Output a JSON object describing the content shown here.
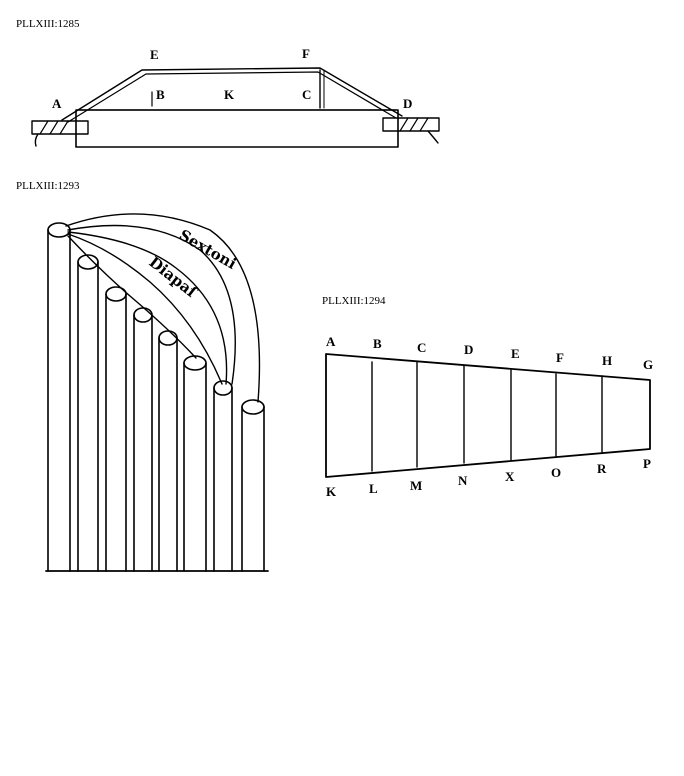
{
  "figures": [
    {
      "caption": "PLLXIII:1285",
      "labels": {
        "A": "A",
        "E": "E",
        "F": "F",
        "D_right": "D",
        "B_inner": "B",
        "K": "K",
        "C": "C"
      }
    },
    {
      "caption": "PLLXIII:1293",
      "arc_labels": {
        "sextoni": "Sextoni",
        "diapas": "Diapaſ"
      }
    },
    {
      "caption": "PLLXIII:1294",
      "top_labels": [
        "A",
        "B",
        "C",
        "D",
        "E",
        "F",
        "H",
        "G"
      ],
      "bottom_labels": [
        "K",
        "L",
        "M",
        "N",
        "X",
        "O",
        "R",
        "P"
      ]
    }
  ]
}
